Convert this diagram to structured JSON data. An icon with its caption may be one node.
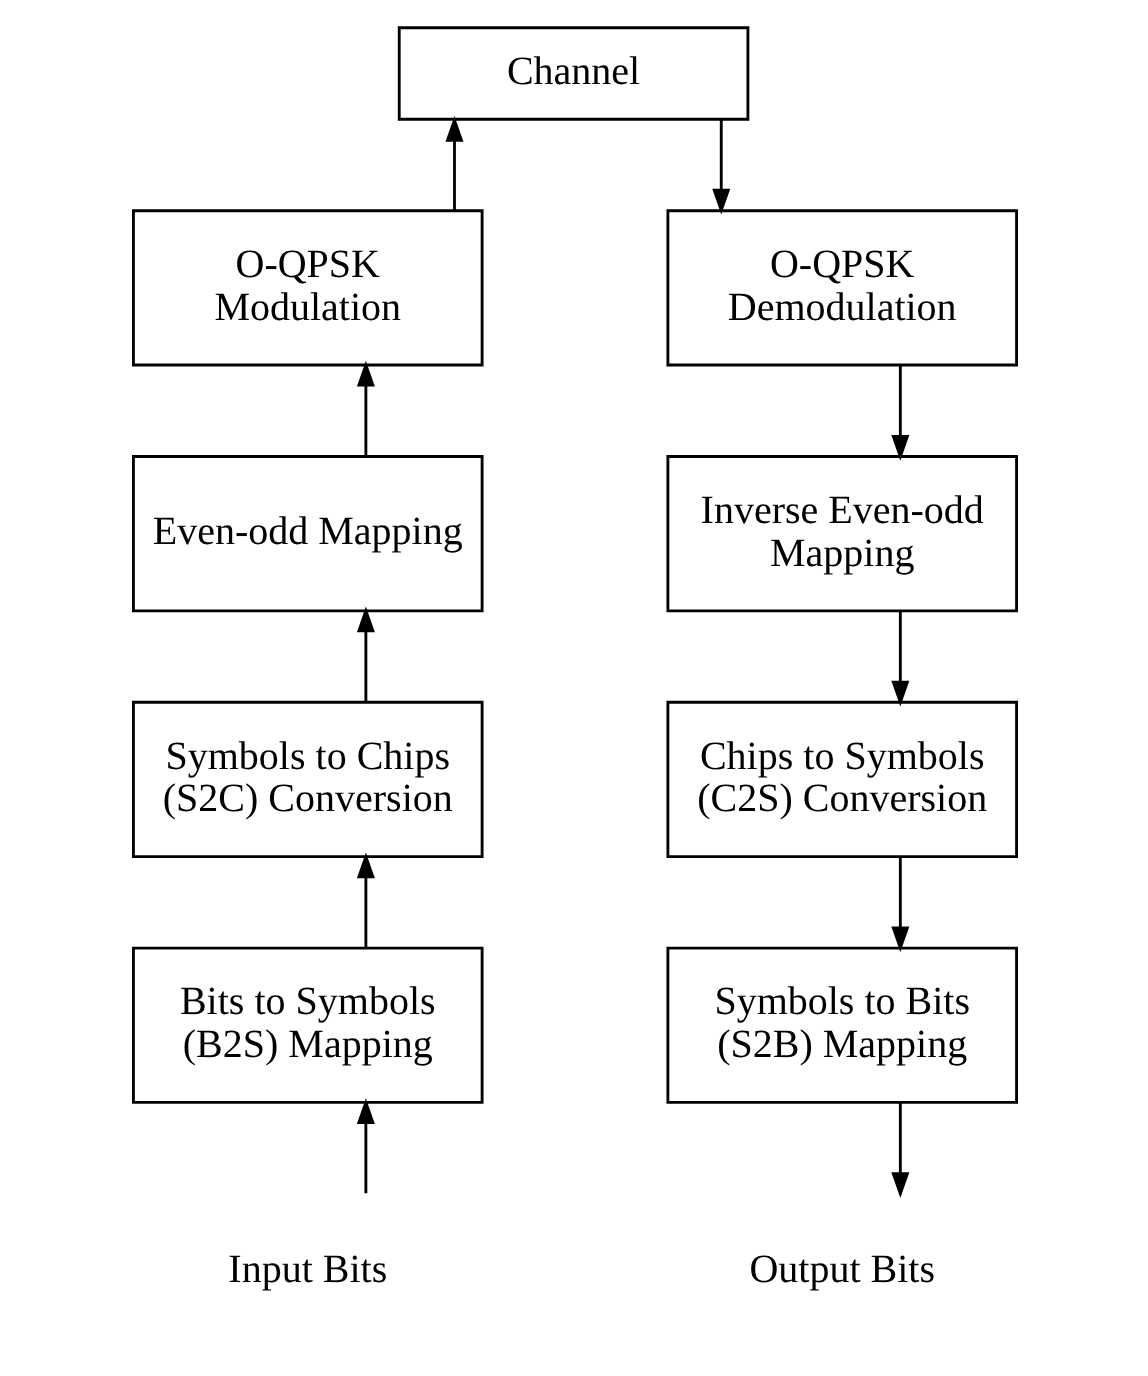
{
  "diagram": {
    "nodes": [
      {
        "text": [
          "Channel"
        ]
      },
      {
        "text": [
          "O-QPSK Modulation"
        ]
      },
      {
        "text": [
          "O-QPSK Demodulation"
        ]
      },
      {
        "text": [
          "Even-odd Mapping"
        ]
      },
      {
        "text": [
          "Inverse Even-odd Mapping"
        ]
      },
      {
        "text": [
          "Symbols to Chips (S2C) Conversion"
        ]
      },
      {
        "text": [
          "Chips to Symbols (C2S) Conversion"
        ]
      },
      {
        "text": [
          "Bits to Symbols (B2S) Mapping"
        ]
      },
      {
        "text": [
          "Symbols to Bits (S2B) Mapping"
        ]
      },
      {
        "text": [
          "Input Bits"
        ]
      },
      {
        "text": [
          "Output Bits"
        ]
      }
    ],
    "edges": [
      {
        "from": 9,
        "to": 7,
        "arrow": "to"
      },
      {
        "from": 7,
        "to": 5,
        "arrow": "to"
      },
      {
        "from": 5,
        "to": 3,
        "arrow": "to"
      },
      {
        "from": 3,
        "to": 1,
        "arrow": "to"
      },
      {
        "from": 1,
        "to": 0,
        "arrow": "to"
      },
      {
        "from": 0,
        "to": 2,
        "arrow": "to"
      },
      {
        "from": 2,
        "to": 4,
        "arrow": "to"
      },
      {
        "from": 4,
        "to": 6,
        "arrow": "to"
      },
      {
        "from": 6,
        "to": 8,
        "arrow": "to"
      },
      {
        "from": 8,
        "to": 10,
        "arrow": "to"
      }
    ]
  }
}
